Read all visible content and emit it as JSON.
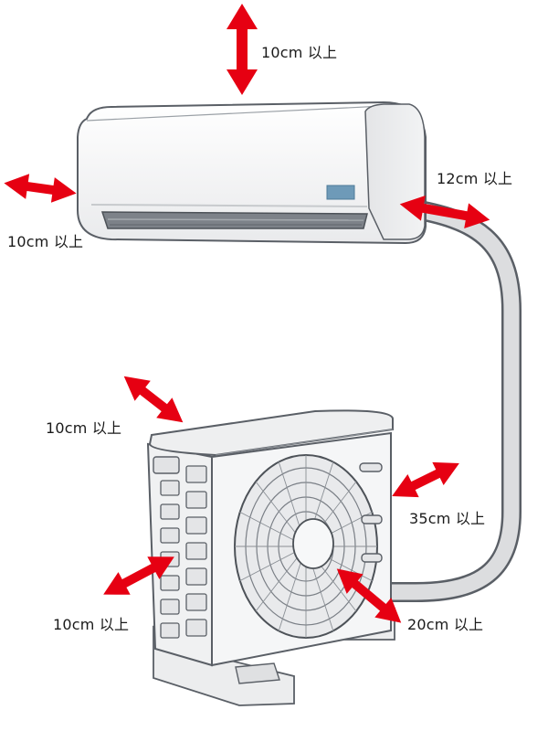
{
  "labels": {
    "indoor_top": "10cm 以上",
    "indoor_left": "10cm 以上",
    "indoor_right": "12cm 以上",
    "outdoor_top": "10cm 以上",
    "outdoor_rear_right": "35cm 以上",
    "outdoor_left": "10cm 以上",
    "outdoor_front": "20cm 以上"
  },
  "colors": {
    "arrow": "#e60012",
    "unit_body": "#f4f5f6",
    "outline": "#5a5f66",
    "pipe": "#dcdddf",
    "display_panel": "#6e9ab8"
  },
  "icons": {
    "arrow": "double-headed-arrow"
  }
}
